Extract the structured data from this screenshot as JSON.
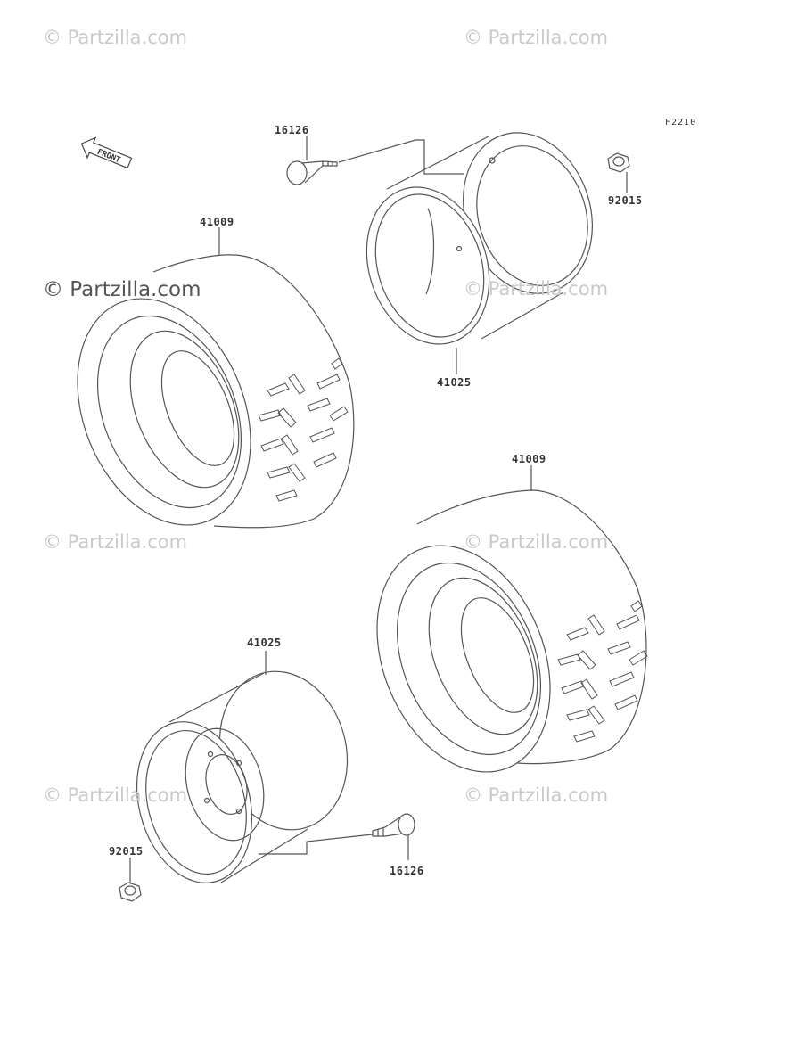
{
  "figure_code": "F2210",
  "front_arrow_label": "FRONT",
  "watermark_text": "© Partzilla.com",
  "labels": {
    "valve_top": "16126",
    "nut_top": "92015",
    "tire_left": "41009",
    "rim_top": "41025",
    "tire_right": "41009",
    "rim_bottom": "41025",
    "nut_bottom": "92015",
    "valve_bottom": "16126"
  },
  "colors": {
    "line": "#555555",
    "watermark": "#c9c9c9"
  }
}
